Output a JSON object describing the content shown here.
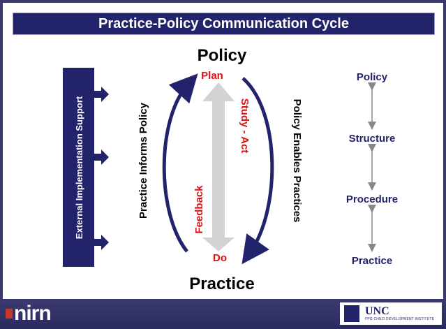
{
  "slide": {
    "title": "Practice-Policy Communication Cycle",
    "colors": {
      "navy": "#23236b",
      "red": "#dd1111",
      "arrow_gray": "#d3d3d3",
      "text_black": "#000000"
    }
  },
  "cycle": {
    "top_label": "Policy",
    "bottom_label": "Practice",
    "plan": "Plan",
    "do": "Do",
    "study_act": "Study - Act",
    "feedback": "Feedback",
    "left_arc_label": "Practice Informs Policy",
    "right_arc_label": "Policy Enables Practices"
  },
  "external_support": {
    "label": "External Implementation Support",
    "arrow_count": 3
  },
  "hierarchy": {
    "levels": [
      "Policy",
      "Structure",
      "Procedure",
      "Practice"
    ]
  },
  "footer": {
    "left_logo": "nirn",
    "right_logo_title": "UNC",
    "right_logo_subtitle": "FPG CHILD DEVELOPMENT INSTITUTE"
  }
}
